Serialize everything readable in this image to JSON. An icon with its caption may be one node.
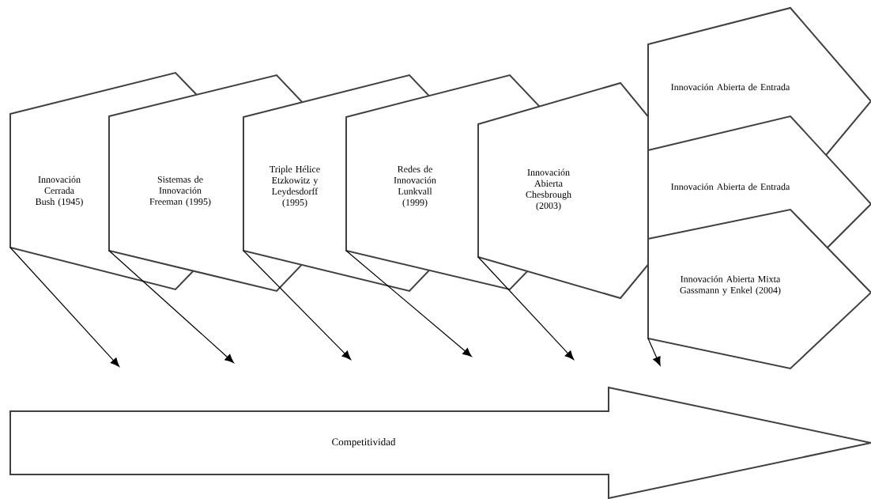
{
  "diagram": {
    "nodes": [
      {
        "text": [
          "Innovación Cerrada Bush (1945)"
        ]
      },
      {
        "text": [
          "Sistemas de Innovación Freeman (1995)"
        ]
      },
      {
        "text": [
          "Triple Hélice Etzkowitz y Leydesdorff (1995)"
        ]
      },
      {
        "text": [
          "Redes de Innovación Lunkvall (1999)"
        ]
      },
      {
        "text": [
          "Innovación Abierta Chesbrough (2003)"
        ]
      },
      {
        "text": [
          "Innovación Abierta de Entrada"
        ]
      },
      {
        "text": [
          "Innovación Abierta de Entrada"
        ]
      },
      {
        "text": [
          "Innovación Abierta Mixta Gassmann y Enkel (2004)"
        ]
      },
      {
        "text": [
          "Competitividad"
        ]
      }
    ],
    "edges": [
      {
        "from": 0,
        "to": null,
        "arrow": "to"
      },
      {
        "from": 1,
        "to": null,
        "arrow": "to"
      },
      {
        "from": 2,
        "to": null,
        "arrow": "to"
      },
      {
        "from": 3,
        "to": null,
        "arrow": "to"
      },
      {
        "from": 4,
        "to": null,
        "arrow": "to"
      },
      {
        "from": 7,
        "to": null,
        "arrow": "to"
      }
    ]
  }
}
